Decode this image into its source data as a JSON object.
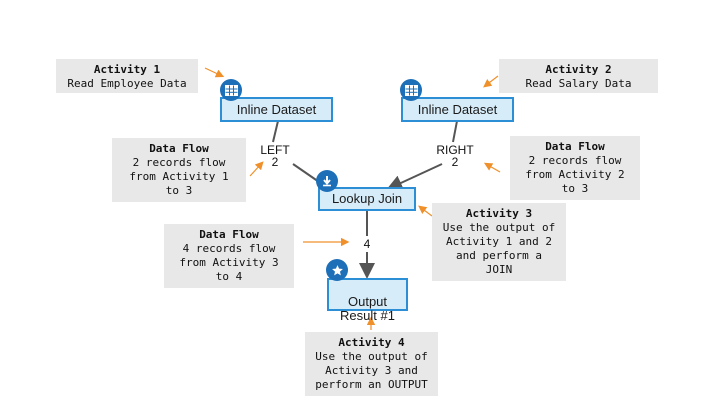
{
  "callouts": {
    "activity1": {
      "title": "Activity 1",
      "body": "Read Employee Data"
    },
    "activity2": {
      "title": "Activity 2",
      "body": "Read Salary Data"
    },
    "flow1": {
      "title": "Data Flow",
      "body": "2 records flow\nfrom  Activity 1\nto 3"
    },
    "flow2": {
      "title": "Data Flow",
      "body": "2 records flow\nfrom Activity 2\nto 3"
    },
    "activity3": {
      "title": "Activity 3",
      "body": "Use the output of\nActivity 1 and 2\nand perform a\nJOIN"
    },
    "flow3": {
      "title": "Data Flow",
      "body": "4 records flow\nfrom Activity 3\nto 4"
    },
    "activity4": {
      "title": "Activity 4",
      "body": "Use the output of\nActivity 3 and\nperform an OUTPUT"
    }
  },
  "nodes": {
    "inline_left": "Inline Dataset",
    "inline_right": "Inline Dataset",
    "lookup_join": "Lookup Join",
    "output": "Output\nResult #1"
  },
  "edges": {
    "left": {
      "label": "LEFT",
      "count": "2"
    },
    "right": {
      "label": "RIGHT",
      "count": "2"
    },
    "output_count": "4"
  },
  "colors": {
    "node_fill": "#d7ecf9",
    "node_border": "#2c8fd6",
    "badge": "#1d6fb8",
    "callout_bg": "#e8e8e8",
    "pointer": "#f0902a"
  },
  "icons": {
    "dataset": "table-icon",
    "join": "download-arrow-icon",
    "output": "star-icon"
  }
}
